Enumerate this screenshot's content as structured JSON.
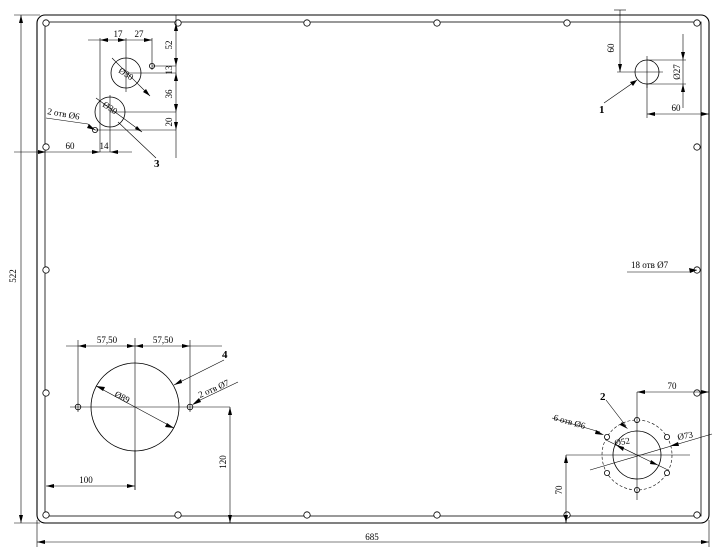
{
  "panel": {
    "overall_width": "685",
    "overall_height": "522",
    "edge_holes_note": "18 отв Ø7"
  },
  "item1": {
    "label": "1",
    "offset_top": "60",
    "offset_right": "60",
    "diameter": "Ø27"
  },
  "item2": {
    "label": "2",
    "offset_right": "70",
    "offset_bottom": "70",
    "holes_note": "6 отв Ø6",
    "bore_diameter": "Ø52",
    "pcd_diameter": "Ø73"
  },
  "item3": {
    "label": "3",
    "dim_17": "17",
    "dim_27": "27",
    "dim_52": "52",
    "dim_13": "13",
    "dim_36": "36",
    "dim_20": "20",
    "dim_60": "60",
    "dim_14": "14",
    "upper_diameter": "Ø30",
    "lower_diameter": "Ø30",
    "holes_note": "2 отв Ø6"
  },
  "item4": {
    "label": "4",
    "half_spacing_left": "57,50",
    "half_spacing_right": "57,50",
    "bore_diameter": "Ø89",
    "holes_note": "2 отв Ø7",
    "offset_left": "100",
    "offset_bottom": "120"
  }
}
